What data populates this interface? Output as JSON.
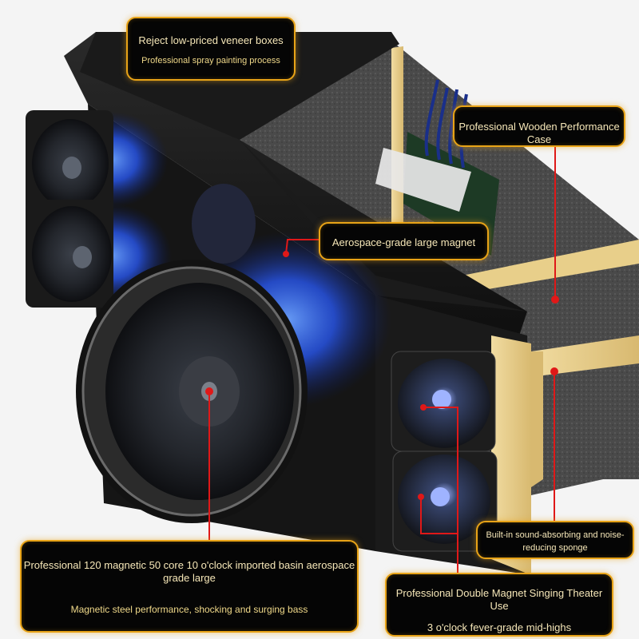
{
  "colors": {
    "callout_border": "#e8a317",
    "callout_background": "#050505",
    "callout_text": "#f6e7b8",
    "leader_line": "#e01818",
    "cabinet_black": "#161616",
    "wood_edge": "#e8cf8a",
    "glow_blue": "#2a5cff"
  },
  "callouts": {
    "veneer": {
      "title": "Reject low-priced veneer boxes",
      "subtitle": "Professional spray painting process"
    },
    "wooden_case": {
      "title": "Professional Wooden Performance Case"
    },
    "magnet": {
      "title": "Aerospace-grade large magnet"
    },
    "sponge": {
      "title": "Built-in sound-absorbing and noise-reducing sponge"
    },
    "woofer": {
      "title": "Professional 120 magnetic 50 core 10 o'clock imported basin aerospace grade large",
      "subtitle": "Magnetic steel performance, shocking and surging bass"
    },
    "midhigh": {
      "title": "Professional Double Magnet Singing Theater Use",
      "subtitle": "3 o'clock fever-grade mid-highs"
    }
  }
}
